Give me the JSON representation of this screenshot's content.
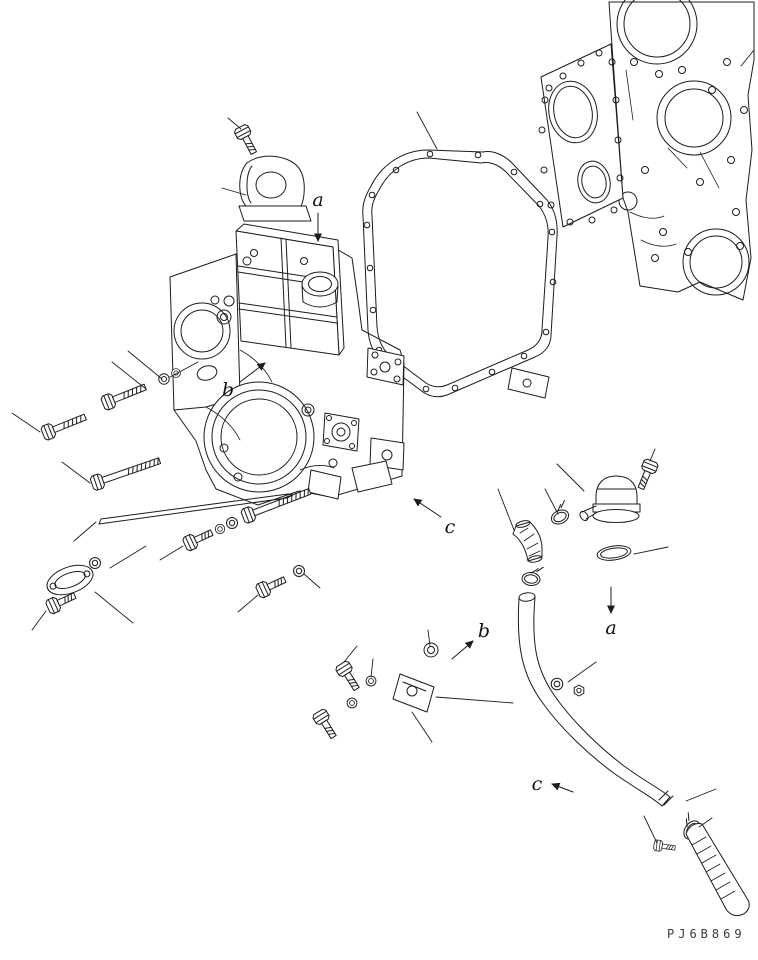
{
  "diagram": {
    "part_code": "PJ6B869",
    "callouts": [
      {
        "id": "a-top",
        "text": "a"
      },
      {
        "id": "b-middle",
        "text": "b"
      },
      {
        "id": "c-middle",
        "text": "c"
      },
      {
        "id": "b-lower",
        "text": "b"
      },
      {
        "id": "a-lower",
        "text": "a"
      },
      {
        "id": "c-bottom",
        "text": "c"
      }
    ],
    "parts_depicted": [
      "engine-block-rear-face",
      "timing-case-gasket",
      "timing-gear-case",
      "lifting-bracket",
      "hex-bolt",
      "washer",
      "oval-gasket",
      "rod",
      "breather-assembly",
      "o-ring",
      "rubber-elbow",
      "hose-clamp",
      "breather-tube",
      "rubber-hose",
      "tube-bracket",
      "hex-nut",
      "spacer"
    ],
    "colors": {
      "line": "#1c1c1c",
      "background": "#ffffff"
    }
  }
}
